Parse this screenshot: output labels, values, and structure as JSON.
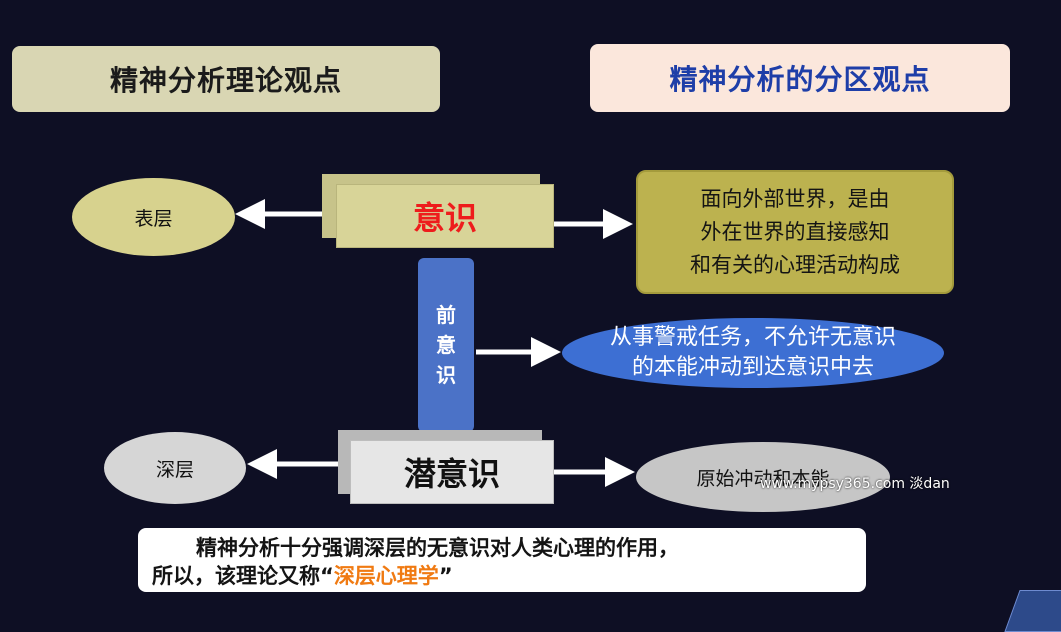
{
  "headers": {
    "left": "精神分析理论观点",
    "right": "精神分析的分区观点"
  },
  "levels": {
    "conscious": "意识",
    "preconscious": [
      "前",
      "意",
      "识"
    ],
    "unconscious": "潜意识"
  },
  "layers": {
    "surface": "表层",
    "deep": "深层"
  },
  "descriptions": {
    "conscious": [
      "面向外部世界，是由",
      "外在世界的直接感知",
      "和有关的心理活动构成"
    ],
    "preconscious": [
      "从事警戒任务，不允许无意识",
      "的本能冲动到达意识中去"
    ],
    "unconscious": "原始冲动和本能"
  },
  "summary": {
    "line1": "精神分析十分强调深层的无意识对人类心理的作用，",
    "line2_prefix": "所以，该理论又称“",
    "term": "深层心理学",
    "line2_suffix": "”"
  },
  "watermark": "www.mypsy365.com 淡dan",
  "colors": {
    "background": "#0e0f24",
    "conscious_text": "#ee1c1c",
    "term_highlight": "#f07a12",
    "preconscious_fill": "#4b72c7"
  }
}
